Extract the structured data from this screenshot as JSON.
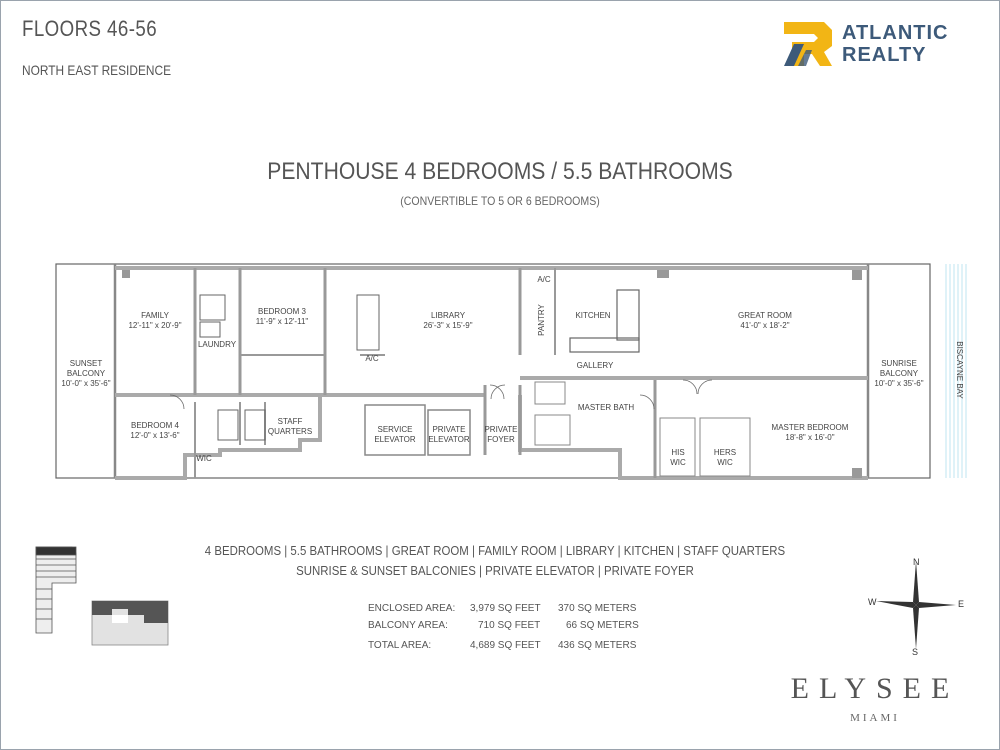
{
  "header": {
    "floors": "FLOORS 46-56",
    "residence": "NORTH EAST RESIDENCE"
  },
  "brand": {
    "line1": "ATLANTIC",
    "line2": "REALTY",
    "accent": "#f2b515",
    "primary": "#3d5a7a"
  },
  "unit": {
    "title": "PENTHOUSE 4 BEDROOMS / 5.5 BATHROOMS",
    "subtitle": "(CONVERTIBLE TO 5 OR 6 BEDROOMS)"
  },
  "rooms": {
    "sunset_balcony": [
      "SUNSET",
      "BALCONY",
      "10'-0\" x 35'-6\""
    ],
    "family": [
      "FAMILY",
      "12'-11\" x 20'-9\""
    ],
    "laundry": [
      "LAUNDRY"
    ],
    "bedroom3": [
      "BEDROOM 3",
      "11'-9\" x 12'-11\""
    ],
    "library": [
      "LIBRARY",
      "26'-3\" x 15'-9\""
    ],
    "ac1": [
      "A/C"
    ],
    "ac2": [
      "A/C"
    ],
    "pantry": [
      "PANTRY"
    ],
    "kitchen": [
      "KITCHEN"
    ],
    "great_room": [
      "GREAT ROOM",
      "41'-0\" x 18'-2\""
    ],
    "sunrise_balcony": [
      "SUNRISE",
      "BALCONY",
      "10'-0\" x 35'-6\""
    ],
    "bay": [
      "BISCAYNE BAY"
    ],
    "gallery": [
      "GALLERY"
    ],
    "bedroom4": [
      "BEDROOM 4",
      "12'-0\" x 13'-6\""
    ],
    "wic": [
      "WIC"
    ],
    "staff": [
      "STAFF",
      "QUARTERS"
    ],
    "service_elevator": [
      "SERVICE",
      "ELEVATOR"
    ],
    "private_elevator": [
      "PRIVATE",
      "ELEVATOR"
    ],
    "private_foyer": [
      "PRIVATE",
      "FOYER"
    ],
    "master_bath": [
      "MASTER BATH"
    ],
    "his_wic": [
      "HIS",
      "WIC"
    ],
    "hers_wic": [
      "HERS",
      "WIC"
    ],
    "master_bedroom": [
      "MASTER BEDROOM",
      "18'-8\" x 16'-0\""
    ]
  },
  "features": {
    "line1": "4 BEDROOMS | 5.5 BATHROOMS | GREAT ROOM | FAMILY ROOM | LIBRARY | KITCHEN | STAFF QUARTERS",
    "line2": "SUNRISE & SUNSET BALCONIES | PRIVATE ELEVATOR | PRIVATE FOYER"
  },
  "areas": [
    {
      "label": "ENCLOSED AREA:",
      "feet": "3,979 SQ FEET",
      "meters": "370 SQ METERS"
    },
    {
      "label": "BALCONY AREA:",
      "feet": "710 SQ FEET",
      "meters": "66 SQ METERS"
    },
    {
      "label": "TOTAL AREA:",
      "feet": "4,689 SQ FEET",
      "meters": "436 SQ METERS"
    }
  ],
  "compass": {
    "n": "N",
    "s": "S",
    "e": "E",
    "w": "W"
  },
  "building": {
    "name": "ELYSEE",
    "city": "MIAMI"
  }
}
